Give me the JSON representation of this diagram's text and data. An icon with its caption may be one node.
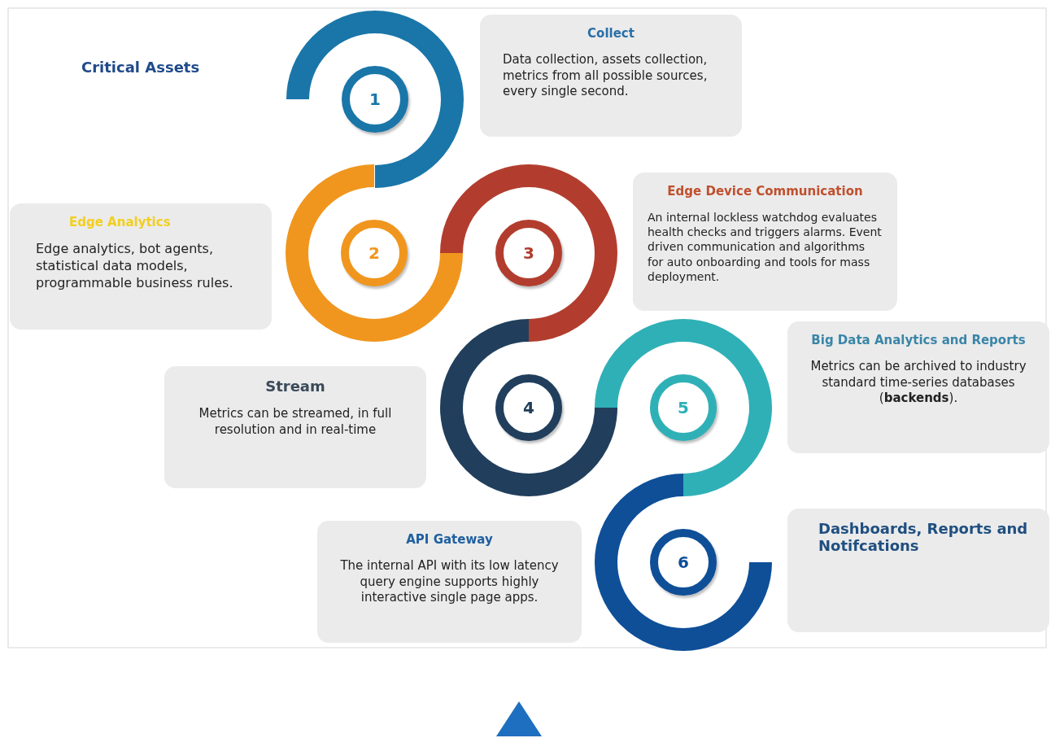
{
  "diagram": {
    "nodes": [
      {
        "text": [
          "1"
        ]
      },
      {
        "text": [
          "Collect",
          "Data collection, assets collection, metrics from all possible sources, every single second."
        ]
      },
      {
        "text": [
          "Edge Analytics",
          "Edge analytics, bot agents, statistical data models, programmable business rules."
        ]
      },
      {
        "text": [
          "2"
        ]
      },
      {
        "text": [
          "3"
        ]
      },
      {
        "text": [
          "Edge Device Communication",
          "An internal lockless watchdog evaluates health checks and triggers alarms. Event driven communication and algorithms for auto onboarding and tools for mass deployment."
        ]
      },
      {
        "text": [
          "Stream",
          "Metrics can be streamed, in full resolution and in real-time"
        ]
      },
      {
        "text": [
          "4"
        ]
      },
      {
        "text": [
          "5"
        ]
      },
      {
        "text": [
          "Big Data Analytics and Reports",
          "Metrics can be archived to industry standard time-series databases (**backends**)."
        ]
      },
      {
        "text": [
          "API Gateway",
          "The internal API with its low latency query engine supports highly interactive single page apps."
        ]
      },
      {
        "text": [
          "6"
        ]
      },
      {
        "text": [
          "Dashboards, Reports and Notifcations"
        ]
      }
    ],
    "labels": [
      "Critical Assets"
    ]
  }
}
